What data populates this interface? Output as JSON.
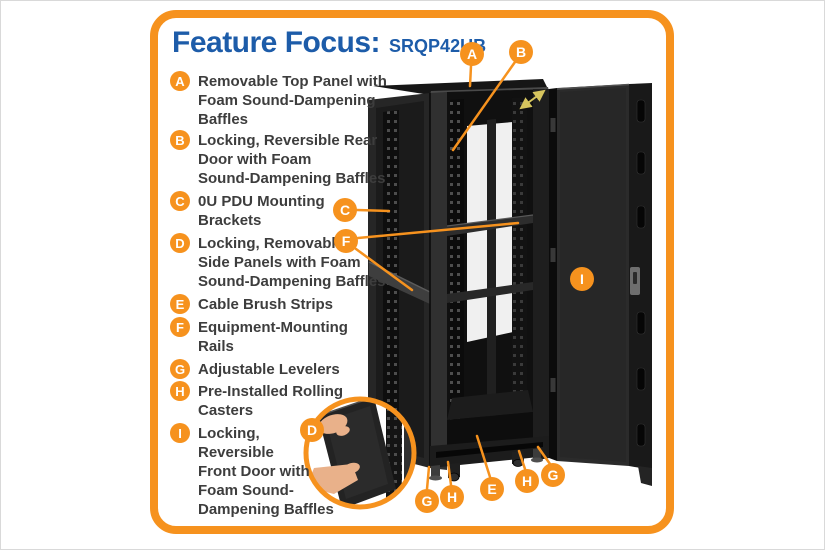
{
  "panel": {
    "title": "Feature Focus:",
    "model": "SRQP42UB"
  },
  "features": [
    {
      "letter": "A",
      "text": "Removable Top Panel with\nFoam Sound-Dampening\nBaffles"
    },
    {
      "letter": "B",
      "text": "Locking, Reversible Rear\nDoor with Foam\nSound-Dampening Baffles"
    },
    {
      "letter": "C",
      "text": "0U PDU Mounting\nBrackets"
    },
    {
      "letter": "D",
      "text": "Locking, Removable\nSide Panels with Foam\nSound-Dampening Baffles"
    },
    {
      "letter": "E",
      "text": "Cable Brush Strips"
    },
    {
      "letter": "F",
      "text": "Equipment-Mounting\nRails"
    },
    {
      "letter": "G",
      "text": "Adjustable Levelers"
    },
    {
      "letter": "H",
      "text": "Pre-Installed Rolling\nCasters"
    },
    {
      "letter": "I",
      "text": "Locking,\nReversible\nFront Door with\nFoam Sound-\nDampening Baffles"
    }
  ],
  "diagram": {
    "callouts": [
      {
        "letter": "A"
      },
      {
        "letter": "B"
      },
      {
        "letter": "C"
      },
      {
        "letter": "F"
      },
      {
        "letter": "I"
      },
      {
        "letter": "D"
      },
      {
        "letter": "G"
      },
      {
        "letter": "H"
      },
      {
        "letter": "E"
      },
      {
        "letter": "H"
      },
      {
        "letter": "G"
      }
    ]
  },
  "colors": {
    "accent_orange": "#F6921E",
    "title_blue": "#1D5CA9",
    "body_text": "#3D3D3D",
    "rack_black": "#1A1A1A",
    "arrow_yellow": "#D6C55E"
  }
}
